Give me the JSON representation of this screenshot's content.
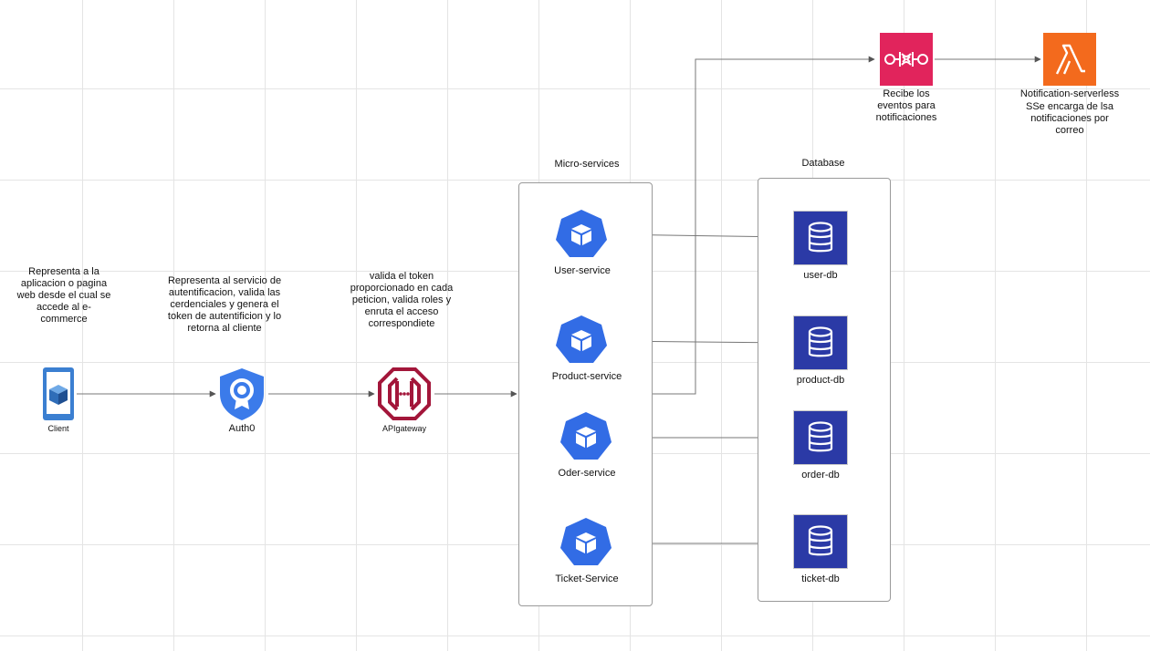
{
  "colors": {
    "k8s_blue": "#326ce5",
    "db_blue": "#2b3aa6",
    "sqs_pink": "#e1245c",
    "lambda_orange": "#f36a1d",
    "gateway_red": "#a3163a",
    "auth_blue": "#3b7bea",
    "connector": "#555555"
  },
  "client": {
    "label": "Client",
    "description": "Representa a la aplicacion o pagina web desde el cual se accede al e-commerce"
  },
  "auth": {
    "label": "Auth0",
    "description": "Representa al servicio de autentificacion, valida las cerdenciales y genera el token de autentificion y lo retorna al cliente"
  },
  "gateway": {
    "label": "APIgateway",
    "description": "valida el token proporcionado en cada peticion, valida roles y enruta el acceso correspondiete"
  },
  "microservices": {
    "title": "Micro-services",
    "items": [
      {
        "label": "User-service",
        "icon": "cube-icon"
      },
      {
        "label": "Product-service",
        "icon": "cube-icon"
      },
      {
        "label": "Oder-service",
        "icon": "cube-icon"
      },
      {
        "label": "Ticket-Service",
        "icon": "cube-icon"
      }
    ]
  },
  "database": {
    "title": "Database",
    "items": [
      {
        "label": "user-db",
        "icon": "database-icon"
      },
      {
        "label": "product-db",
        "icon": "database-icon"
      },
      {
        "label": "order-db",
        "icon": "database-icon"
      },
      {
        "label": "ticket-db",
        "icon": "database-icon"
      }
    ]
  },
  "queue": {
    "description": "Recibe los\neventos para\nnotificaciones"
  },
  "lambda": {
    "label": "Notification-serverless",
    "description": "SSe encarga de lsa\nnotificaciones por\ncorreo"
  }
}
